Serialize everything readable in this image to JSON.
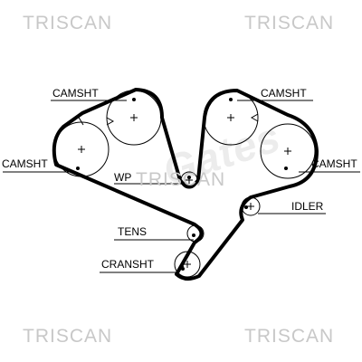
{
  "watermarks": {
    "top_left": "TRISCAN",
    "top_right": "TRISCAN",
    "bottom_left": "TRISCAN",
    "bottom_right": "TRISCAN",
    "center_logo": "Gates",
    "center_overlay": "TRISCAN"
  },
  "labels": {
    "camsht_top_left": "CAMSHT",
    "camsht_top_right": "CAMSHT",
    "camsht_left": "CAMSHT",
    "camsht_right": "CAMSHT",
    "wp": "WP",
    "idler": "IDLER",
    "tens": "TENS",
    "cranksht": "CRANSHT"
  },
  "colors": {
    "watermark": "#c8c8c8",
    "logo_watermark": "#ececec",
    "line": "#000000"
  }
}
